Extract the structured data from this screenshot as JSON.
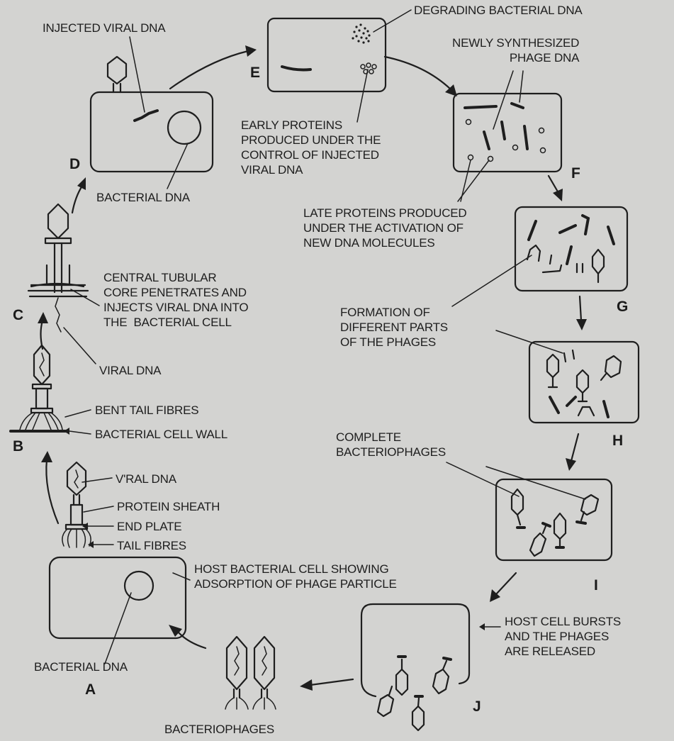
{
  "stage_letters": {
    "a": "A",
    "b": "B",
    "c": "C",
    "d": "D",
    "e": "E",
    "f": "F",
    "g": "G",
    "h": "H",
    "i": "I",
    "j": "J"
  },
  "labels": {
    "injected_viral_dna": "INJECTED VIRAL DNA",
    "degrading_bacterial_dna": "DEGRADING BACTERIAL DNA",
    "newly_synthesized_phage_dna": "NEWLY SYNTHESIZED\n PHAGE DNA",
    "early_proteins": "EARLY PROTEINS\nPRODUCED UNDER THE\nCONTROL OF INJECTED\nVIRAL DNA",
    "bacterial_dna_d": "BACTERIAL DNA",
    "late_proteins": "LATE PROTEINS PRODUCED\nUNDER THE ACTIVATION OF\nNEW DNA MOLECULES",
    "central_tubular_core": "CENTRAL TUBULAR\nCORE PENETRATES AND\nINJECTS VIRAL DNA INTO\nTHE  BACTERIAL CELL",
    "formation_of_parts": "FORMATION OF\nDIFFERENT PARTS\nOF THE PHAGES",
    "viral_dna_c": "VIRAL DNA",
    "bent_tail_fibres": "BENT TAIL FIBRES",
    "bacterial_cell_wall": "BACTERIAL CELL WALL",
    "complete_bacteriophages": "COMPLETE\nBACTERIOPHAGES",
    "viral_dna_a": "V'RAL DNA",
    "protein_sheath": "PROTEIN SHEATH",
    "end_plate": "END PLATE",
    "tail_fibres": "TAIL FIBRES",
    "host_cell_adsorption": "HOST BACTERIAL CELL SHOWING\nADSORPTION OF PHAGE PARTICLE",
    "host_cell_bursts": "HOST CELL BURSTS\nAND THE PHAGES\nARE RELEASED",
    "bacterial_dna_a": "BACTERIAL DNA",
    "bacteriophages": "BACTERIOPHAGES"
  }
}
